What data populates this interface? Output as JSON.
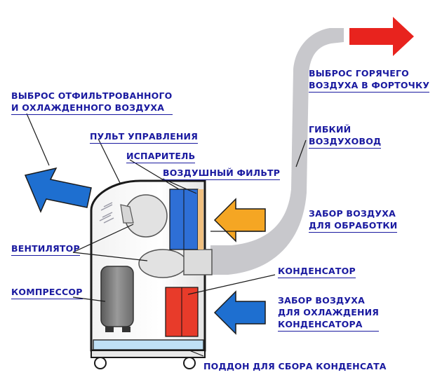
{
  "labels": {
    "hot_air_exhaust": [
      "ВЫБРОС ГОРЯЧЕГО",
      "ВОЗДУХА В ФОРТОЧКУ"
    ],
    "filtered_cooled_air": [
      "ВЫБРОС ОТФИЛЬТРОВАННОГО",
      "И ОХЛАЖДЕННОГО ВОЗДУХА"
    ],
    "control_panel": "ПУЛЬТ УПРАВЛЕНИЯ",
    "evaporator": "ИСПАРИТЕЛЬ",
    "air_filter": "ВОЗДУШНЫЙ ФИЛЬТР",
    "flexible_duct": [
      "ГИБКИЙ",
      "ВОЗДУХОВОД"
    ],
    "intake_processing": [
      "ЗАБОР ВОЗДУХА",
      "ДЛЯ ОБРАБОТКИ"
    ],
    "fan": "ВЕНТИЛЯТОР",
    "compressor": "КОМПРЕССОР",
    "condenser": "КОНДЕНСАТОР",
    "intake_condenser": [
      "ЗАБОР ВОЗДУХА",
      "ДЛЯ ОХЛАЖДЕНИЯ",
      "КОНДЕНСАТОРА"
    ],
    "condensate_tray": "ПОДДОН ДЛЯ СБОРА КОНДЕНСАТА"
  },
  "colors": {
    "label_text": "#1a1aa0",
    "hot_arrow": "#e8231e",
    "cool_arrow": "#1e6fd0",
    "intake_arrow": "#f5a623",
    "duct": "#c8c8cc",
    "evaporator": "#2e6fd6",
    "condenser": "#e83b2a",
    "tray": "#bfe0f5"
  }
}
